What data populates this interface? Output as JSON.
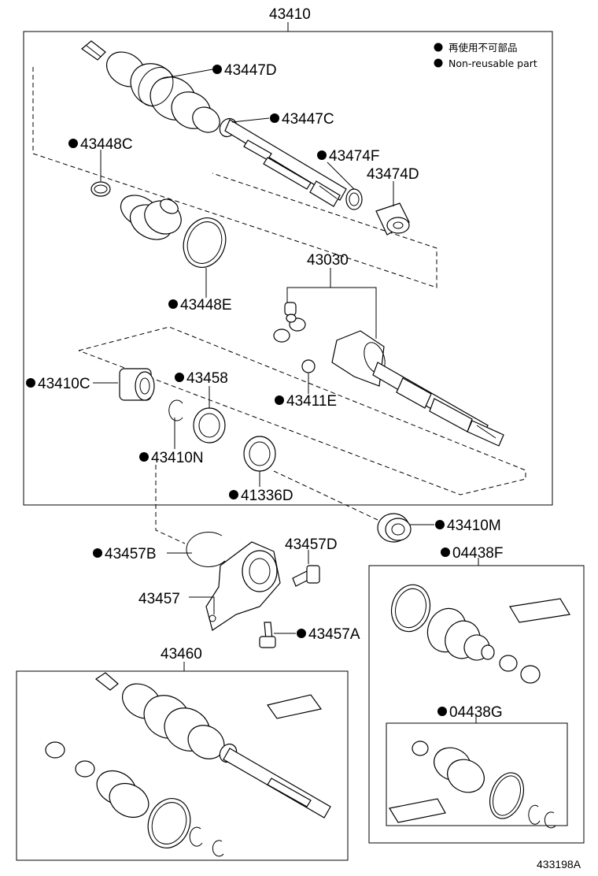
{
  "legend": {
    "line_jp": "再使用不可部品",
    "line_en": "Non-reusable part"
  },
  "diagram_code": "433198A",
  "parts": {
    "p43410": "43410",
    "p43447D": "43447D",
    "p43447C": "43447C",
    "p43448C": "43448C",
    "p43474F": "43474F",
    "p43474D": "43474D",
    "p43030": "43030",
    "p43448E": "43448E",
    "p43410C": "43410C",
    "p43458": "43458",
    "p43411E": "43411E",
    "p43410N": "43410N",
    "p41336D": "41336D",
    "p43410M": "43410M",
    "p43457B": "43457B",
    "p43457D": "43457D",
    "p43457": "43457",
    "p43457A": "43457A",
    "p04438F": "04438F",
    "p04438G": "04438G",
    "p43460": "43460"
  }
}
